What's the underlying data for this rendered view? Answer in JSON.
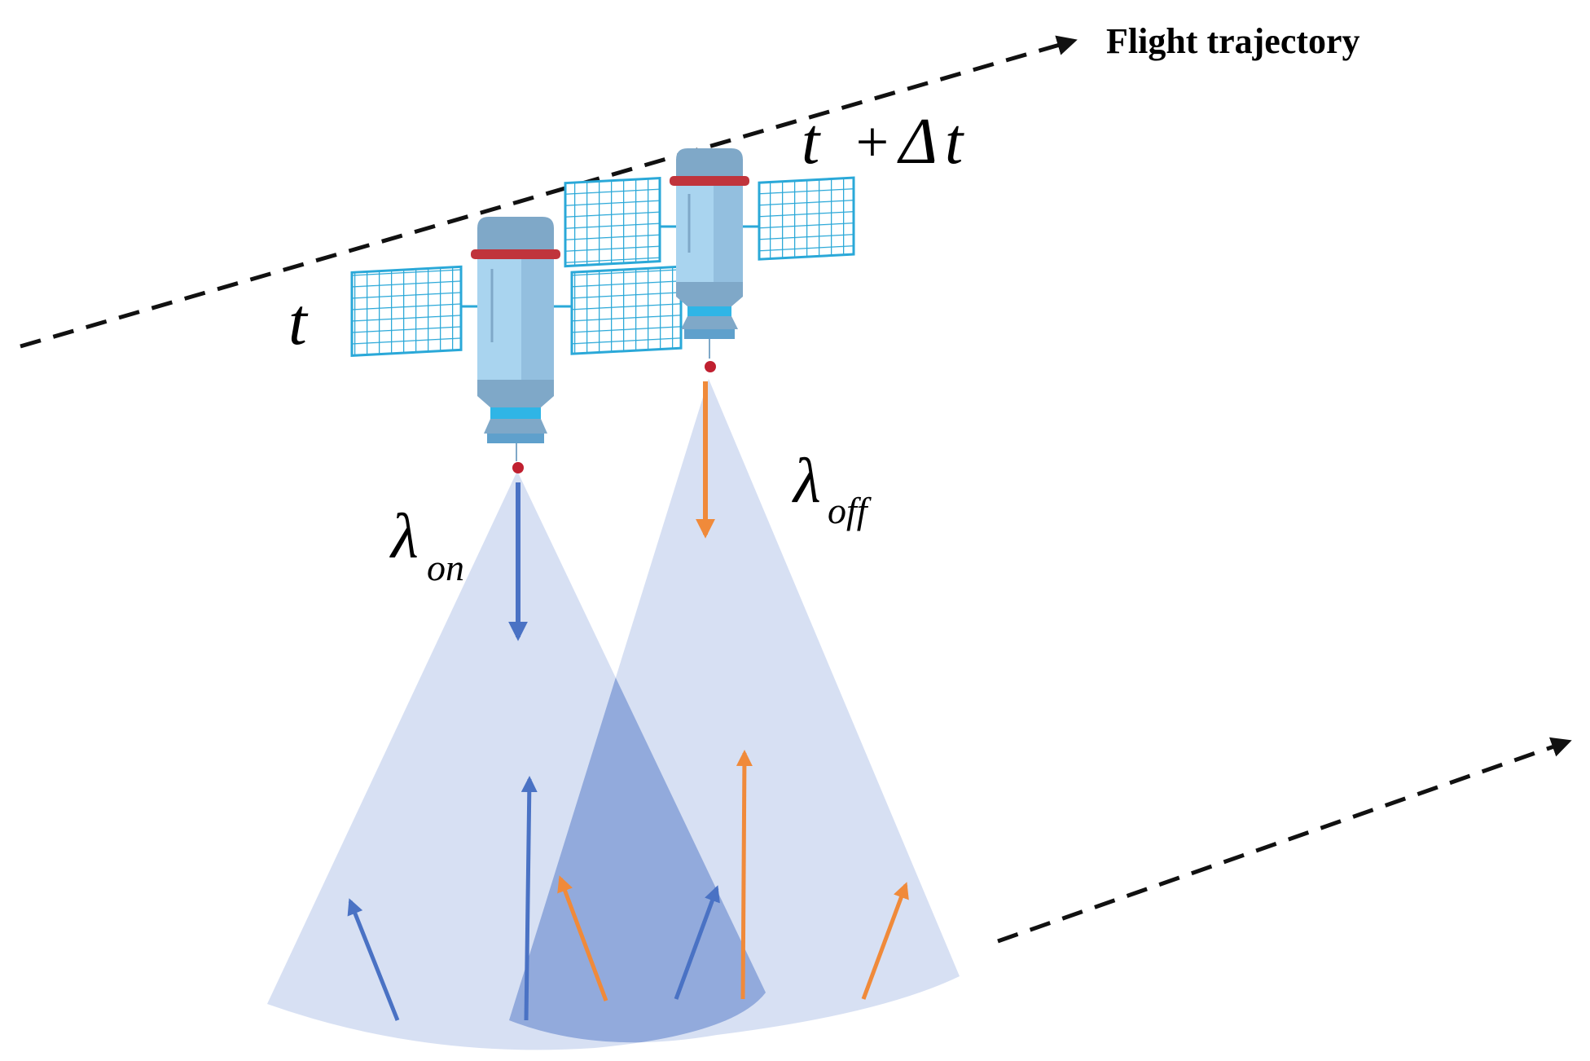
{
  "labels": {
    "flight_trajectory": "Flight trajectory",
    "time_t": "t",
    "time_t_plus": "+",
    "time_delta": "Δ",
    "time_t2": "t",
    "time_t1": "t",
    "lambda_symbol": "λ",
    "lambda_on_sub": "on",
    "lambda_off_sub": "off"
  },
  "colors": {
    "on_wavelength": "#4a72c4",
    "off_wavelength": "#f08a3a",
    "cone_fill": "#c8d4ee",
    "overlap_fill": "#8ea8dc",
    "satellite_body": "#a9d4ef",
    "satellite_dark": "#7fa8c8",
    "solar_panel": "#2aa8d8",
    "band": "#c0343c",
    "emitter_dot": "#c02030",
    "trajectory": "#111111"
  },
  "icons": [
    "satellite-icon",
    "solar-panel-icon",
    "arrow-icon"
  ]
}
